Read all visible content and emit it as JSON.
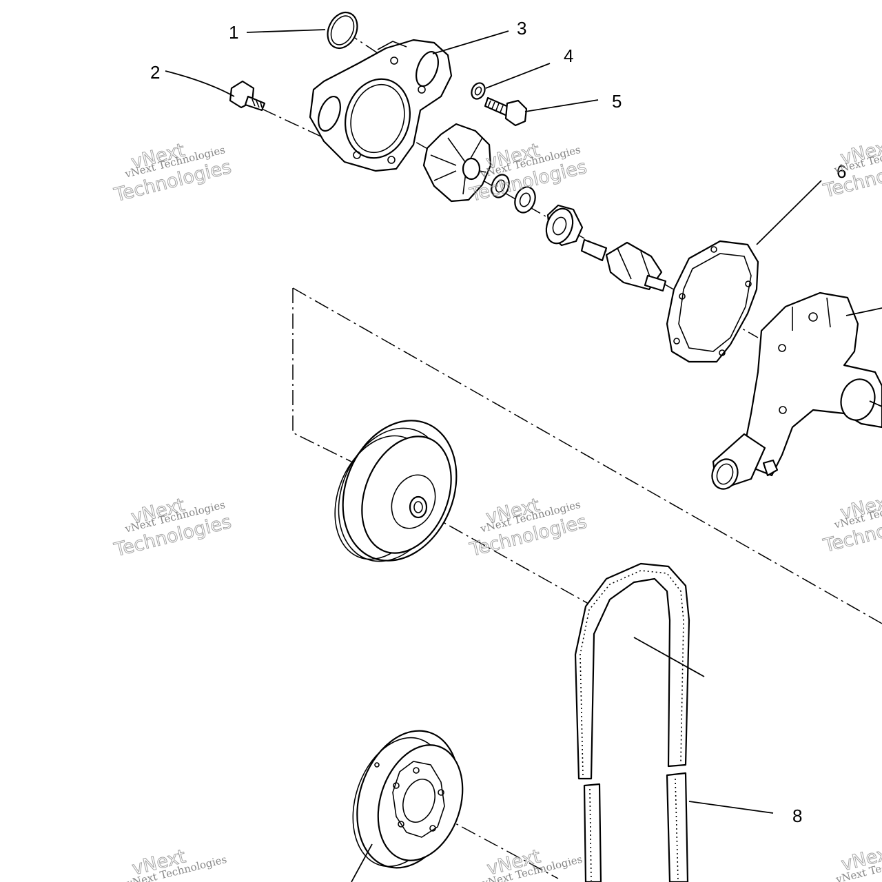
{
  "callouts": {
    "c1": "1",
    "c2": "2",
    "c3": "3",
    "c4": "4",
    "c5": "5",
    "c6": "6",
    "c8": "8"
  },
  "watermark": {
    "brand": "vNext Technologies",
    "word_large_1": "vNext",
    "word_large_2": "Technologies"
  }
}
